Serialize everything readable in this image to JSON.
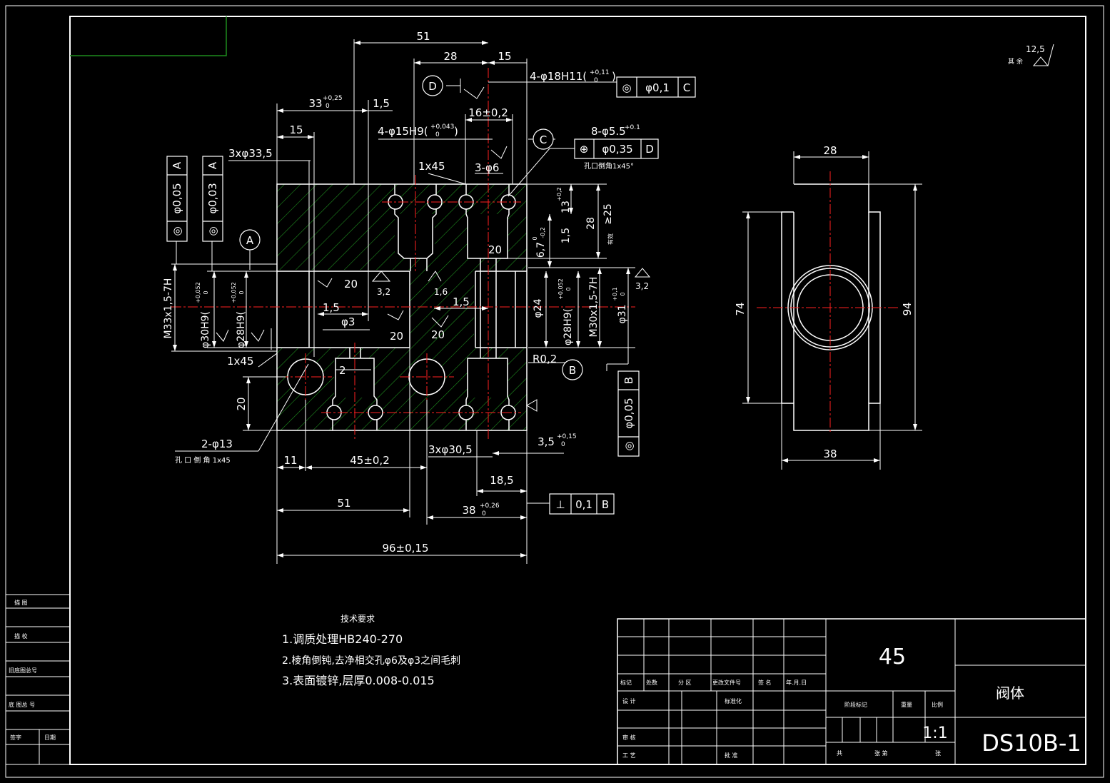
{
  "colors": {
    "background": "#000000",
    "line": "#ffffff",
    "center_line": "#ff2020",
    "hatch": "#1e8c1e",
    "frame_corner": "#1e8c1e"
  },
  "front_view": {
    "dims_top": {
      "d51": "51",
      "d28": "28",
      "d15": "15",
      "d15b": "15",
      "d1_5": "1,5",
      "d33_base": "33",
      "d33_tol_up": "+0,25",
      "d33_tol_low": "0",
      "d16": "16±0,2"
    },
    "hole_callouts": {
      "h4_18_base": "4-φ18H11(",
      "h4_18_tol_up": "+0,11",
      "h4_18_tol_low": "0",
      "h4_18_close": ")",
      "h4_15_base": "4-φ15H9(",
      "h4_15_tol_up": "+0,043",
      "h4_15_tol_low": "0",
      "h4_15_close": ")",
      "h8_55": "8-φ5.5",
      "h8_55_tol": "+0.1",
      "h8_55_note": "孔口倒角1x45°",
      "h3x33": "3xφ33,5",
      "h1x45_top": "1x45",
      "h3_6": "3-φ6",
      "h3x30": "3xφ30,5",
      "h1x45_low": "1x45",
      "h2_13": "2-φ13",
      "h2_13_note": "孔 口 倒 角 1x45"
    },
    "fcf_top": {
      "symbol": "◎",
      "value": "φ0,1",
      "datum": "C"
    },
    "fcf_8": {
      "symbol": "⊕",
      "value": "φ0,35",
      "datum": "D"
    },
    "fcf_left_1": {
      "symbol": "◎",
      "value": "φ0,05",
      "datum": "A"
    },
    "fcf_left_2": {
      "symbol": "◎",
      "value": "φ0,03",
      "datum": "A"
    },
    "fcf_right": {
      "symbol": "◎",
      "value": "φ0,05",
      "datum": "B"
    },
    "fcf_perp": {
      "symbol": "⊥",
      "value": "0,1",
      "datum": "B"
    },
    "datums": {
      "a": "A",
      "b": "B",
      "c": "C",
      "d": "D"
    },
    "left_threads": {
      "m33": "M33x1,5-7H",
      "d30": "φ30H9(",
      "d30_tol": "+0,052",
      "d30_tol0": "0",
      "d28": "φ28H9(",
      "d28_tol": "+0,052",
      "d28_tol0": "0"
    },
    "right_threads": {
      "d24": "φ24",
      "d28": "φ28H9(",
      "d28_tol": "+0,052",
      "d28_tol0": "0",
      "m30": "M30x1,5-7H",
      "d31": "φ31",
      "d31_tol": "+0,1",
      "d31_tol0": "0"
    },
    "right_dims": {
      "d13": "13",
      "d13_tol": "+0,2",
      "d28": "28",
      "d25": "≥25",
      "d25_note": "有效",
      "d1_5": "1,5",
      "d6_7": "6,7",
      "d6_7_tol": "0",
      "d6_7_tol_low": "-0,2"
    },
    "inner": {
      "d20a": "20",
      "d20b": "20",
      "d20c": "20",
      "d20d": "20",
      "d1_5a": "1,5",
      "d1_5b": "1,5",
      "d3": "φ3",
      "d2": "2",
      "r02": "R0,2",
      "rough32": "3,2",
      "rough16": "1,6"
    },
    "bottom_dims": {
      "d11": "11",
      "d45": "45±0,2",
      "d51": "51",
      "d18_5": "18,5",
      "d38_base": "38",
      "d38_tol_up": "+0,26",
      "d38_tol_low": "0",
      "d96": "96±0,15",
      "d3_5": "3,5",
      "d3_5_tol": "+0,15",
      "d3_5_tol0": "0",
      "d20_left": "20"
    }
  },
  "side_view": {
    "d28": "28",
    "d74": "74",
    "d94": "94",
    "d38": "38"
  },
  "roughness_general": {
    "value": "12,5",
    "label": "其 余"
  },
  "tech_requirements": {
    "title": "技术要求",
    "items": [
      "1.调质处理HB240-270",
      "2.棱角倒钝,去净相交孔φ6及φ3之间毛刺",
      "3.表面镀锌,层厚0.008-0.015"
    ]
  },
  "title_block": {
    "material": "45",
    "part_name": "阀体",
    "drawing_no": "DS10B-1",
    "scale": "1:1",
    "headers": [
      "标记",
      "处数",
      "分 区",
      "更改文件号",
      "签 名",
      "年.月.日"
    ],
    "row_labels": [
      "设 计",
      "标准化",
      "审 核",
      "工 艺",
      "批 准"
    ],
    "stage": "阶段标记",
    "weight": "重量",
    "scale_label": "比例",
    "sheets_left": "共",
    "sheets_mid": "张 第",
    "sheets_right": "张"
  },
  "side_table": {
    "rows": [
      "描 图",
      "描 校",
      "旧底图总号",
      "底 图总 号",
      "签字",
      "日期"
    ]
  }
}
